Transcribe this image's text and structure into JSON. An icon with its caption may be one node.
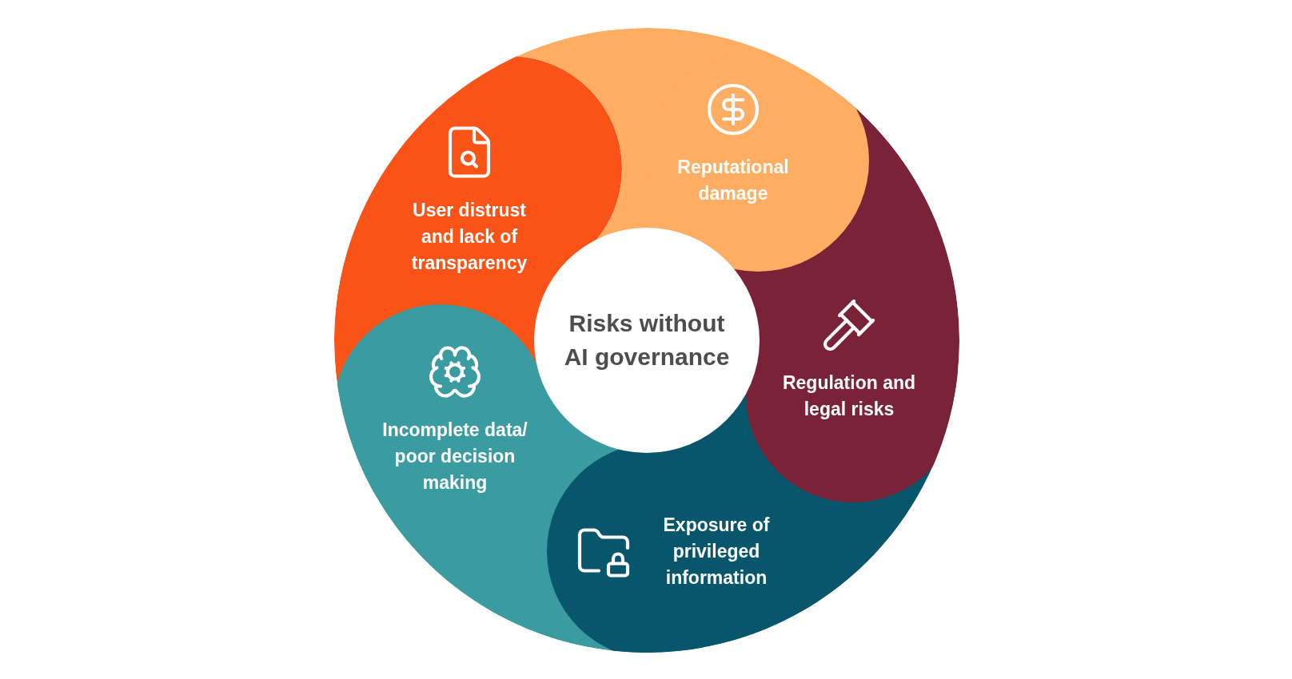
{
  "diagram": {
    "nodes": [
      {
        "text": [
          "Risks without AI governance"
        ]
      },
      {
        "text": [
          "User distrust and lack of transparency"
        ]
      },
      {
        "text": [
          "Reputational damage"
        ]
      },
      {
        "text": [
          "Regulation and legal risks"
        ]
      },
      {
        "text": [
          "Exposure of privileged information"
        ]
      },
      {
        "text": [
          "Incomplete data/ poor decision making"
        ]
      }
    ],
    "edges": []
  }
}
